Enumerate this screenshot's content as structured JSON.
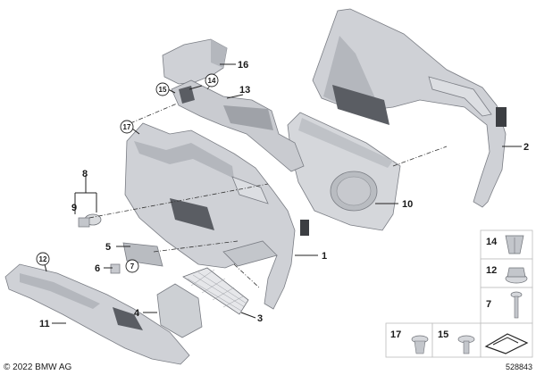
{
  "diagram": {
    "callouts": {
      "c1": "1",
      "c2": "2",
      "c3": "3",
      "c4": "4",
      "c5": "5",
      "c6": "6",
      "c7": "7",
      "c8": "8",
      "c9": "9",
      "c10": "10",
      "c11": "11",
      "c12": "12",
      "c13": "13",
      "c14": "14",
      "c15": "15",
      "c16": "16",
      "c17": "17"
    },
    "legend": {
      "n14": "14",
      "n12": "12",
      "n7": "7",
      "n17": "17",
      "n15": "15"
    },
    "copyright": "© 2022 BMW AG",
    "reference_number": "528843"
  },
  "colors": {
    "part_fill": "#cfd1d6",
    "part_shade": "#b4b7bd",
    "part_dark": "#5a5d63",
    "line": "#222222"
  }
}
